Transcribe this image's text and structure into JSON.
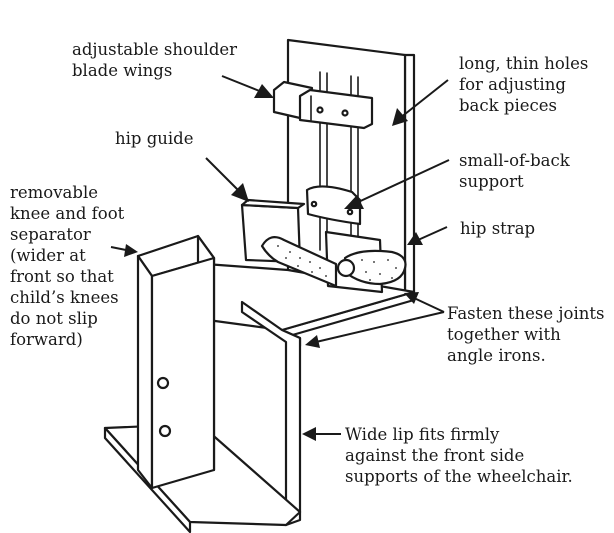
{
  "labels": {
    "shoulder": [
      "adjustable shoulder",
      "blade wings"
    ],
    "holes": [
      "long, thin holes",
      "for adjusting",
      "back pieces"
    ],
    "hip_guide": [
      "hip guide"
    ],
    "small_back": [
      "small-of-back",
      "support"
    ],
    "separator": [
      "removable",
      "knee and foot",
      "separator",
      "(wider at",
      "front so that",
      "child’s knees",
      "do not slip",
      "forward)"
    ],
    "hip_strap": [
      "hip strap"
    ],
    "fasten": [
      "Fasten these joints",
      "together with",
      "angle irons."
    ],
    "lip": [
      "Wide lip fits firmly",
      "against the front side",
      "supports of the wheelchair."
    ]
  },
  "colors": {
    "ink": "#1a1a1a",
    "paper": "#ffffff"
  }
}
